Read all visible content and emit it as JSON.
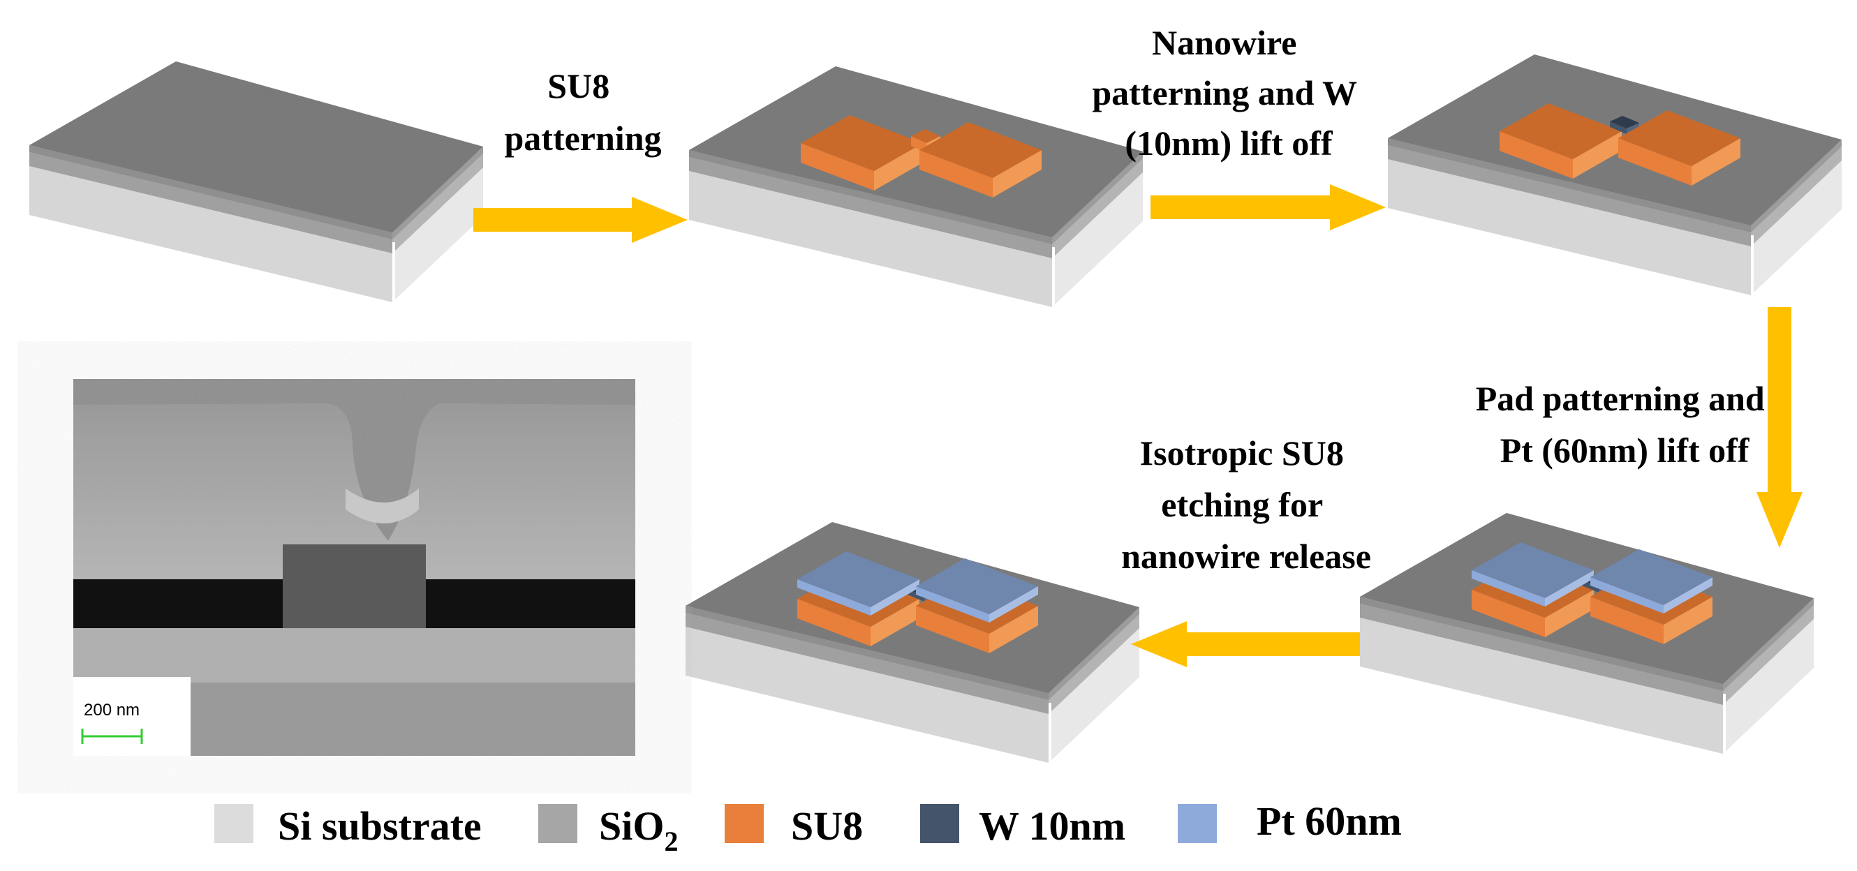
{
  "steps": {
    "su8_patterning": [
      "SU8",
      "patterning"
    ],
    "nanowire_patterning": [
      "Nanowire",
      "patterning and W",
      "(10nm) lift off"
    ],
    "pad_patterning": [
      "Pad patterning and",
      "Pt (60nm) lift off"
    ],
    "isotropic_etching": [
      "Isotropic SU8",
      "etching for",
      "nanowire release"
    ]
  },
  "sem": {
    "scale_bar": "200 nm"
  },
  "legend": [
    {
      "label": "Si substrate",
      "color": "#dcdcdc"
    },
    {
      "label": "SiO",
      "sub": "2",
      "color": "#a6a6a6"
    },
    {
      "label": "SU8",
      "color": "#e87f3a"
    },
    {
      "label": "W 10nm",
      "color": "#44546a"
    },
    {
      "label": "Pt 60nm",
      "color": "#8eaadb"
    }
  ],
  "colors": {
    "arrow": "#ffc000",
    "si": "#dcdcdc",
    "sio2": "#a6a6a6",
    "top": "#7a7a7a",
    "su8": "#e87f3a",
    "w": "#44546a",
    "pt": "#8eaadb"
  }
}
